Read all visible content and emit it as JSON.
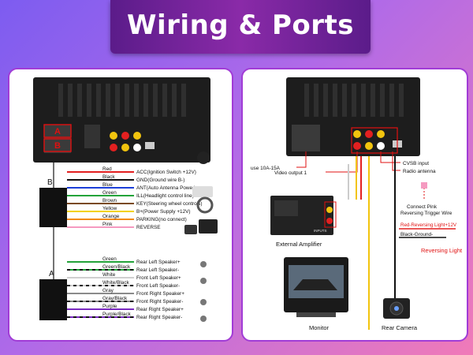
{
  "title": "Wiring & Ports",
  "left_panel": {
    "group_b": "B",
    "group_a": "A",
    "head_unit_labels": {
      "a": "A",
      "b": "B"
    },
    "wires_b": [
      {
        "color_name": "Red",
        "function": "ACC(Ignition Switch +12V)",
        "hex": "#e32020"
      },
      {
        "color_name": "Black",
        "function": "GND(Ground wire B-)",
        "hex": "#111111"
      },
      {
        "color_name": "Blue",
        "function": "ANT(Auto Antenna Power)",
        "hex": "#1c3fd8"
      },
      {
        "color_name": "Green",
        "function": "ILL(Headlight control line)",
        "hex": "#23a33a"
      },
      {
        "color_name": "Brown",
        "function": "KEY(Steering wheel controls)",
        "hex": "#7a4a1e"
      },
      {
        "color_name": "Yellow",
        "function": "B+(Power Supply +12V)",
        "hex": "#f2d20e"
      },
      {
        "color_name": "Orange",
        "function": "PARKING(no connect)",
        "hex": "#f28a12"
      },
      {
        "color_name": "Pink",
        "function": "REVERSE",
        "hex": "#f59ac0"
      }
    ],
    "wires_a": [
      {
        "color_name": "Green",
        "function": "Rear Left Speaker+",
        "hex": "#23a33a"
      },
      {
        "color_name": "Green/Black",
        "function": "Rear Left Speaker-",
        "hex": "#23a33a"
      },
      {
        "color_name": "White",
        "function": "Front Left Speaker+",
        "hex": "#cfcfcf"
      },
      {
        "color_name": "White/Black",
        "function": "Front Left Speaker-",
        "hex": "#cfcfcf"
      },
      {
        "color_name": "Gray",
        "function": "Front Right Speaker+",
        "hex": "#8a8a8a"
      },
      {
        "color_name": "Gray/Black",
        "function": "Front Right Speaker-",
        "hex": "#8a8a8a"
      },
      {
        "color_name": "Purple",
        "function": "Rear Right Speaker+",
        "hex": "#7a2ac0"
      },
      {
        "color_name": "Purple/Black",
        "function": "Rear Right Speaker-",
        "hex": "#7a2ac0"
      }
    ]
  },
  "right_panel": {
    "labels": {
      "fuse": "use 10A-15A",
      "video_output": "Video output 1",
      "cvsb_input": "CVSB input",
      "radio_antenna": "Radio antenna",
      "connect_pink": "Connect Pink",
      "reversing_trigger": "Reversing Trigger Wire",
      "red_wire": "Red-Reversing Light+12V",
      "black_wire": "Black-Ground-",
      "reversing_light": "Reversing Light",
      "external_amplifier": "External Amplifier",
      "amp_inputs": "INPUTS",
      "monitor": "Monitor",
      "rear_camera": "Rear Camera"
    }
  },
  "colors": {
    "accent": "#a13cd6",
    "banner": "#6a1f95",
    "red": "#e01010",
    "rca_yellow": "#f2c40e"
  }
}
